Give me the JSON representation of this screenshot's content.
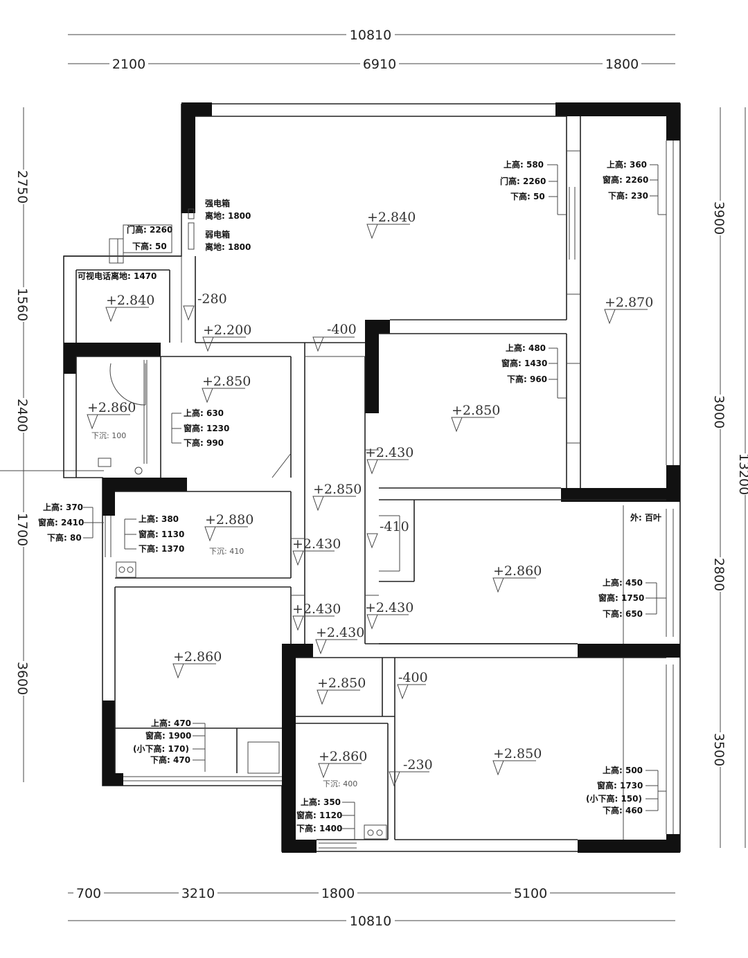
{
  "dimensions": {
    "top_total": "10810",
    "top_segments": [
      "2100",
      "6910",
      "1800"
    ],
    "bottom_segments": [
      "700",
      "3210",
      "1800",
      "5100"
    ],
    "bottom_total": "10810",
    "left_segments": [
      "2750",
      "1560",
      "2400",
      "1700",
      "3600"
    ],
    "right_segments": [
      "3900",
      "3000",
      "2800",
      "3500"
    ],
    "right_total_partial": "13200"
  },
  "elevations": {
    "living": "+2.840",
    "entry": "+2.840",
    "corridor_a": "+2.200",
    "ceiling_drop_a": "-400",
    "ceiling_drop_b": "-280",
    "balcony_right": "+2.870",
    "bath_small": "+2.860",
    "bath_small_sub": "下沉: 100",
    "laundry": "+2.850",
    "bedroom_mid": "+2.850",
    "hall_a": "+2.430",
    "corridor_center": "+2.850",
    "kitchen": "+2.880",
    "kitchen_sub": "下沉: 410",
    "hall_b": "+2.430",
    "hall_c": "+2.430",
    "drop_410": "-410",
    "hall_d": "+2.430",
    "bedroom_right": "+2.860",
    "hall_e": "+2.430",
    "bedroom_left": "+2.860",
    "closet": "+2.850",
    "drop_400b": "-400",
    "bath_bottom": "+2.860",
    "bath_bottom_sub": "下沉: 400",
    "drop_230": "-230",
    "master_bedroom": "+2.850"
  },
  "notes": {
    "door_top_right": [
      "上高: 580",
      "门高: 2260",
      "下高: 50"
    ],
    "window_right_top": [
      "上高: 360",
      "窗高: 2260",
      "下高: 230"
    ],
    "strong_box": [
      "强电箱",
      "离地: 1800"
    ],
    "weak_box": [
      "弱电箱",
      "离地: 1800"
    ],
    "entry_door": [
      "门高: 2260",
      "下高: 50"
    ],
    "intercom": "可视电话离地: 1470",
    "bedroom_mid_window": [
      "上高: 480",
      "窗高: 1430",
      "下高: 960"
    ],
    "laundry_window": [
      "上高: 630",
      "窗高: 1230",
      "下高: 990"
    ],
    "left_window": [
      "上高: 370",
      "窗高: 2410",
      "下高: 80"
    ],
    "kitchen_window": [
      "上高: 380",
      "窗高: 1130",
      "下高: 1370"
    ],
    "blinds": "外: 百叶",
    "bedroom_right_window": [
      "上高: 450",
      "窗高: 1750",
      "下高: 650"
    ],
    "bedroom_left_window": [
      "上高: 470",
      "窗高: 1900",
      "(小下高: 170)",
      "下高: 470"
    ],
    "bath_bottom_window": [
      "上高: 350",
      "窗高: 1120",
      "下高: 1400"
    ],
    "master_window": [
      "上高: 500",
      "窗高: 1730",
      "(小下高: 150)",
      "下高: 460"
    ]
  }
}
